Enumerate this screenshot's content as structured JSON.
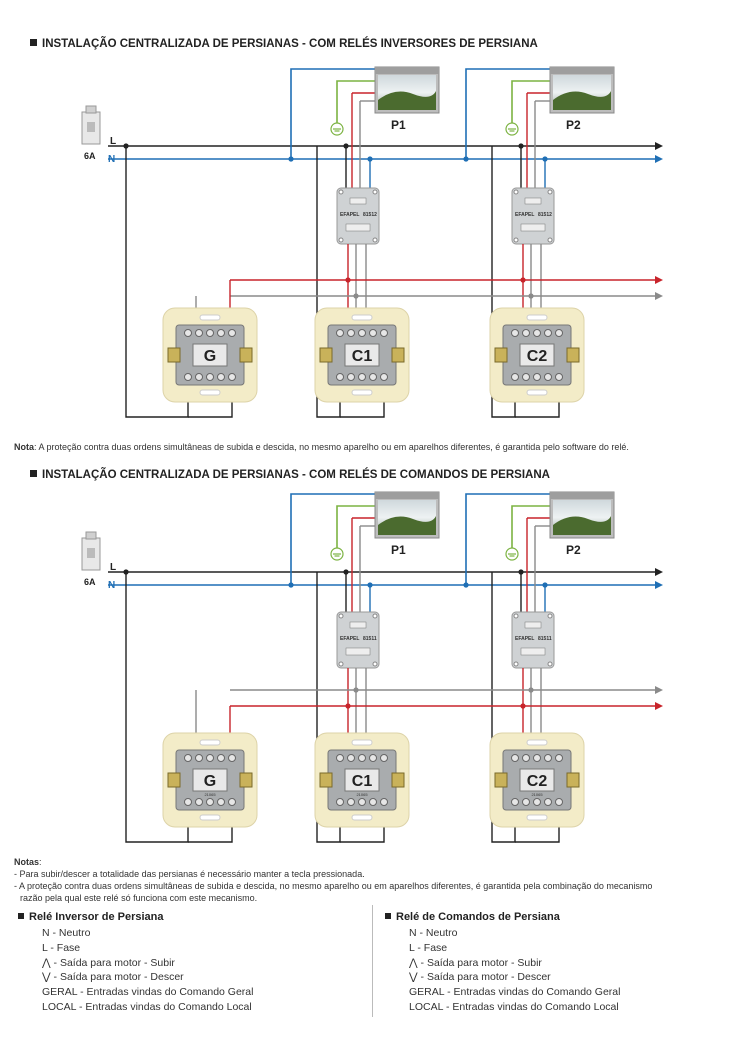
{
  "section1": {
    "heading": "INSTALAÇÃO CENTRALIZADA DE PERSIANAS - COM RELÉS INVERSORES DE PERSIANA",
    "breaker_label": "6A",
    "line_L": "L",
    "line_N": "N",
    "blinds": [
      "P1",
      "P2"
    ],
    "relay_brand": "EFAPEL",
    "relay_model": "81512",
    "switches": [
      "G",
      "C1",
      "C2"
    ],
    "note_label": "Nota",
    "note_text": ": A proteção contra duas ordens simultâneas de subida e descida, no mesmo aparelho ou em aparelhos diferentes, é garantida pelo software do relé."
  },
  "section2": {
    "heading": "INSTALAÇÃO CENTRALIZADA DE PERSIANAS - COM RELÉS DE COMANDOS DE PERSIANA",
    "breaker_label": "6A",
    "line_L": "L",
    "line_N": "N",
    "blinds": [
      "P1",
      "P2"
    ],
    "relay_brand": "EFAPEL",
    "relay_model": "81511",
    "switches": [
      "G",
      "C1",
      "C2"
    ],
    "switch_model": "21065",
    "notes_label": "Notas",
    "notes_colon": ":",
    "notes": [
      "- Para subir/descer a totalidade das persianas é necessário manter a tecla pressionada.",
      "- A proteção contra duas ordens simultâneas de subida e descida, no mesmo aparelho ou em aparelhos diferentes, é garantida pela combinação do mecanismo",
      "  razão pela qual este relé só funciona com este mecanismo."
    ]
  },
  "legend": [
    {
      "title": "Relé Inversor de Persiana",
      "items": [
        "N -  Neutro",
        "L  -  Fase",
        "⋀ -  Saída para motor - Subir",
        "⋁ -  Saída para motor - Descer",
        "GERAL - Entradas vindas do Comando Geral",
        "LOCAL - Entradas vindas do Comando Local"
      ]
    },
    {
      "title": "Relé de Comandos de Persiana",
      "items": [
        "N -  Neutro",
        "L  -  Fase",
        "⋀ -  Saída para motor - Subir",
        "⋁ -  Saída para motor - Descer",
        "GERAL - Entradas vindas do Comando Geral",
        "LOCAL - Entradas vindas do Comando Local"
      ]
    }
  ],
  "colors": {
    "phase": "#222222",
    "neutral": "#1f6fb5",
    "up": "#c8242b",
    "down": "#8a8a8a",
    "earth": "#7cb342",
    "switch_plate": "#f3ecc8"
  }
}
